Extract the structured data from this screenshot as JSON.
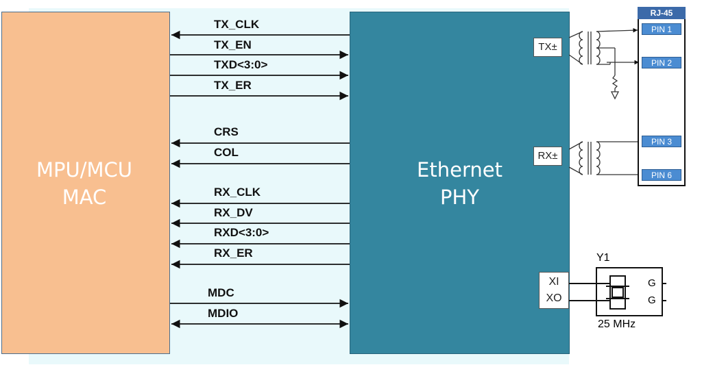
{
  "mac": {
    "line1": "MPU/MCU",
    "line2": "MAC"
  },
  "phy": {
    "line1": "Ethernet",
    "line2": "PHY"
  },
  "signals": {
    "tx_clk": "TX_CLK",
    "tx_en": "TX_EN",
    "txd": "TXD<3:0>",
    "tx_er": "TX_ER",
    "crs": "CRS",
    "col": "COL",
    "rx_clk": "RX_CLK",
    "rx_dv": "RX_DV",
    "rxd": "RXD<3:0>",
    "rx_er": "RX_ER",
    "mdc": "MDC",
    "mdio": "MDIO"
  },
  "ports": {
    "tx": "TX±",
    "rx": "RX±",
    "xi": "XI",
    "xo": "XO"
  },
  "rj45": {
    "title": "RJ-45",
    "pins": [
      "PIN 1",
      "PIN 2",
      "PIN 3",
      "PIN 6"
    ]
  },
  "crystal": {
    "ref": "Y1",
    "freq": "25 MHz",
    "g_top": "G",
    "g_bottom": "G"
  },
  "colors": {
    "mac_fill": "#f8bf90",
    "phy_fill": "#34869f",
    "bus_bg": "#e9f9fb",
    "pin_fill": "#4b8cd2"
  }
}
